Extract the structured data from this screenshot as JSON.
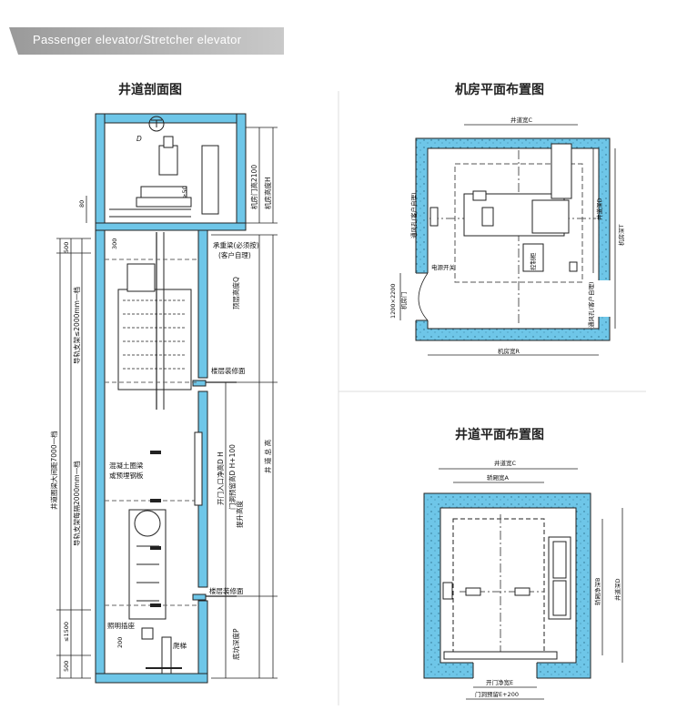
{
  "banner": {
    "text": "Passenger elevator/Stretcher elevator"
  },
  "titles": {
    "section": "井道剖面图",
    "machine_room": "机房平面布置图",
    "shaft_plan": "井道平面布置图"
  },
  "section_labels": {
    "d": "D",
    "dim_80": "80",
    "dim_50": "≥50",
    "dim_300": "300",
    "machine_door": "机房门高2100",
    "machine_height": "机房高度H",
    "dim_500_top": "500",
    "dim_500_bot": "500",
    "beam": "承重梁(必须按)",
    "beam2": "(客户自理)",
    "top_height": "顶层高度Q",
    "rail_dist": "导轨支架≤2000mm一档",
    "rail_dist2": "导轨支架每隔2000mm一档",
    "ring_beam": "井道圈梁大间距7000一档",
    "floor_decor_top": "楼层装修面",
    "floor_decor_bot": "楼层装修面",
    "concrete": "混凝土圈梁",
    "embed": "或预埋钢板",
    "door_open": "开门入口净高D H",
    "door_reserve": "门洞预留高D H+100",
    "lift_height": "提升高度",
    "shaft_total": "井 道 总 高",
    "pit_dim": "≤1500",
    "pit_depth": "底坑深度P",
    "lighting": "照明插座",
    "ladder": "爬梯",
    "dim_200": "200"
  },
  "machine_labels": {
    "shaft_width": "井道宽C",
    "room_depth": "井道深D",
    "room_depth2": "机房深T",
    "vent1": "通风孔(客户自理)",
    "vent2": "通风孔(客户自理)",
    "power": "电源开关",
    "control": "控制柜",
    "door_dim": "1200×2200",
    "door": "机房门",
    "room_width": "机房宽R"
  },
  "shaft_labels": {
    "shaft_width": "井道宽C",
    "car_width": "轿厢宽A",
    "car_depth": "轿厢净深B",
    "shaft_depth": "井道深D",
    "door_clear": "开门净宽E",
    "door_reserve": "门洞预留E+200"
  }
}
